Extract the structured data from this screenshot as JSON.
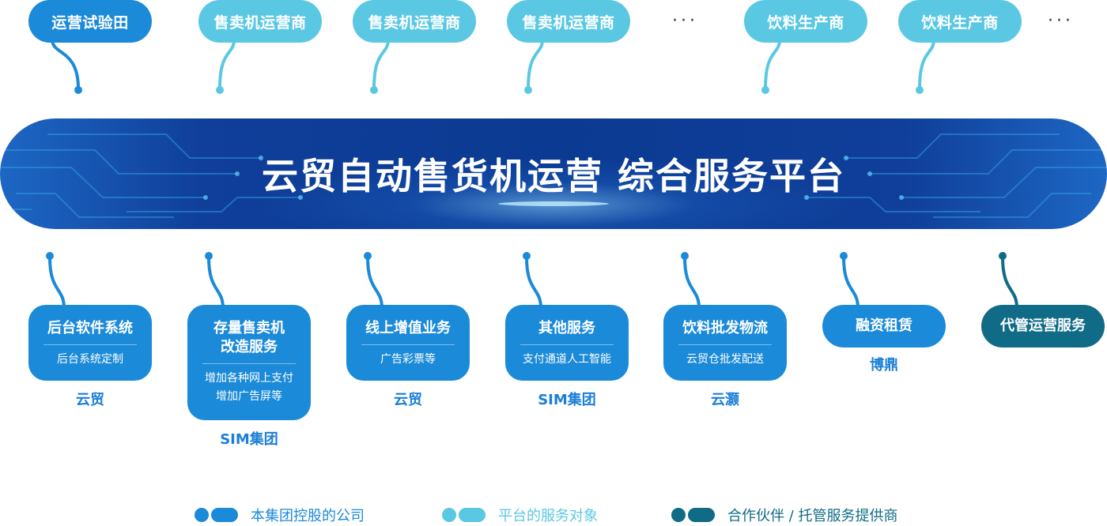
{
  "colors": {
    "own": "#1b8ad9",
    "client": "#5bc8e3",
    "partner": "#0f6b86",
    "owner_text": "#1b7fd6"
  },
  "top": {
    "nodes": [
      {
        "label": "运营试验田",
        "kind": "own"
      },
      {
        "label": "售卖机运营商",
        "kind": "client"
      },
      {
        "label": "售卖机运营商",
        "kind": "client"
      },
      {
        "label": "售卖机运营商",
        "kind": "client"
      },
      {
        "label": "饮料生产商",
        "kind": "client"
      },
      {
        "label": "饮料生产商",
        "kind": "client"
      }
    ],
    "ellipsis": "···"
  },
  "banner": {
    "title": "云贸自动售货机运营 综合服务平台"
  },
  "bottom": {
    "nodes": [
      {
        "title": "后台软件系统",
        "desc": "后台系统定制",
        "owner": "云贸",
        "kind": "own"
      },
      {
        "title": "存量售卖机\n改造服务",
        "desc": "增加各种网上支付\n增加广告屏等",
        "owner": "SIM集团",
        "kind": "own"
      },
      {
        "title": "线上增值业务",
        "desc": "广告彩票等",
        "owner": "云贸",
        "kind": "own"
      },
      {
        "title": "其他服务",
        "desc": "支付通道人工智能",
        "owner": "SIM集团",
        "kind": "own"
      },
      {
        "title": "饮料批发物流",
        "desc": "云贸仓批发配送",
        "owner": "云灏",
        "kind": "own"
      },
      {
        "title": "融资租赁",
        "desc": "",
        "owner": "博鼎",
        "kind": "own"
      },
      {
        "title": "代管运营服务",
        "desc": "",
        "owner": "",
        "kind": "partner"
      }
    ]
  },
  "legend": {
    "items": [
      {
        "label": "本集团控股的公司",
        "kind": "own"
      },
      {
        "label": "平台的服务对象",
        "kind": "client"
      },
      {
        "label": "合作伙伴 / 托管服务提供商",
        "kind": "partner"
      }
    ]
  }
}
